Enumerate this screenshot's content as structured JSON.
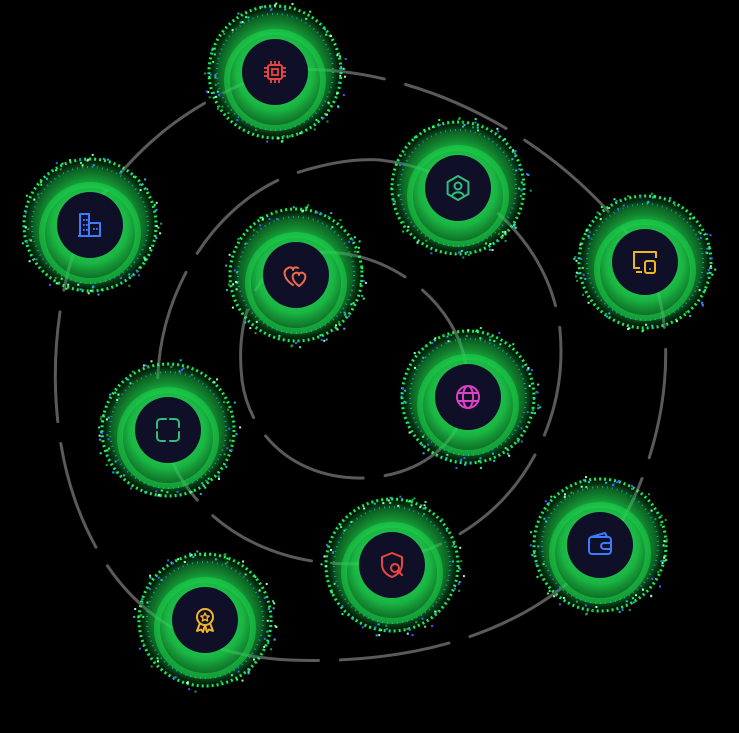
{
  "colors": {
    "background": "#000000",
    "orbit": "#5a5a5a",
    "glow_outer": "#1bd34a",
    "glow_mid": "#27ff6a",
    "glow_accent": "#1fb8d8",
    "core": "#0f1028"
  },
  "nodes": [
    {
      "id": "chip",
      "icon": "cpu-chip-icon",
      "color": "#e8473f"
    },
    {
      "id": "buildings",
      "icon": "buildings-icon",
      "color": "#3d7bff"
    },
    {
      "id": "user-hex",
      "icon": "user-hexagon-icon",
      "color": "#2fbf7b"
    },
    {
      "id": "devices",
      "icon": "devices-icon",
      "color": "#f0b429"
    },
    {
      "id": "heart",
      "icon": "hearts-icon",
      "color": "#ef6a4c"
    },
    {
      "id": "globe",
      "icon": "globe-icon",
      "color": "#e040c8"
    },
    {
      "id": "scan",
      "icon": "scan-icon",
      "color": "#2fbf7b"
    },
    {
      "id": "wallet",
      "icon": "wallet-icon",
      "color": "#3d7bff"
    },
    {
      "id": "shield-search",
      "icon": "shield-search-icon",
      "color": "#e8473f"
    },
    {
      "id": "award",
      "icon": "award-badge-icon",
      "color": "#f0b429"
    }
  ]
}
